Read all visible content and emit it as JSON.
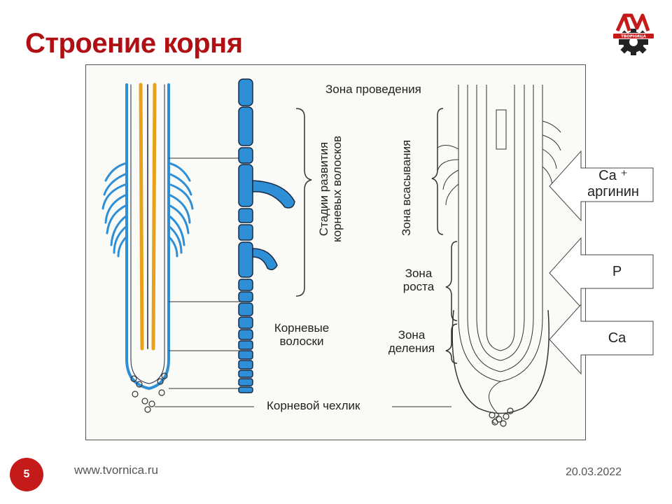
{
  "slide": {
    "title": "Строение корня",
    "page_number": "5",
    "url": "www.tvornica.ru",
    "date": "20.03.2022"
  },
  "logo": {
    "text": "ТВОРНИЦА",
    "colors": {
      "red": "#c51a1a",
      "dark": "#222222"
    }
  },
  "figure": {
    "labels": {
      "conduction_zone": "Зона проведения",
      "absorption_zone": "Зона всасывания",
      "hair_stages": "Стадии развития корневых волосков",
      "growth_zone": "Зона роста",
      "division_zone": "Зона деления",
      "root_hairs": "Корневые волоски",
      "root_cap": "Корневой чехлик"
    },
    "colors": {
      "blue": "#2f8fd6",
      "orange": "#e8a21a",
      "line": "#333333"
    }
  },
  "callouts": [
    {
      "label": "Ca ⁺ аргинин"
    },
    {
      "label": "P"
    },
    {
      "label": "Ca"
    }
  ]
}
